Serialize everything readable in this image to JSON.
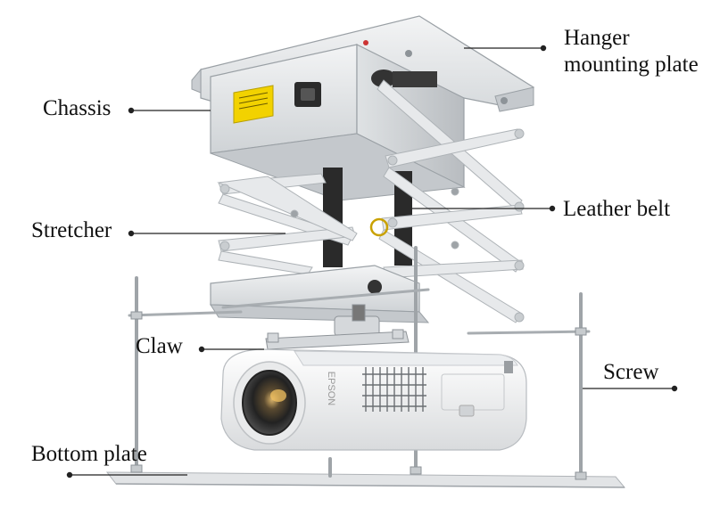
{
  "labels": {
    "hanger_line1": "Hanger",
    "hanger_line2": "mounting plate",
    "chassis": "Chassis",
    "stretcher": "Stretcher",
    "leather_belt": "Leather belt",
    "claw": "Claw",
    "screw": "Screw",
    "bottom_plate": "Bottom plate"
  },
  "projector_brand": "EPSON",
  "colors": {
    "metal": "#e6e8ea",
    "metal_dark": "#b9bdc1",
    "belt": "#2a2a2a",
    "projector": "#f4f4f4",
    "lens": "#3a3a3a",
    "warning_label": "#f2d200",
    "leader_line": "#222222"
  }
}
